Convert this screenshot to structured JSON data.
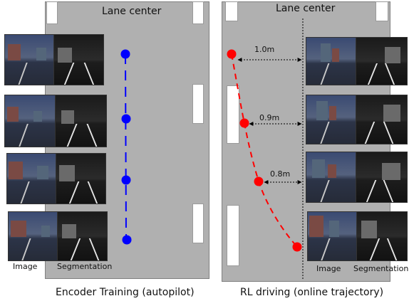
{
  "left_panel": {
    "title": "Lane center",
    "caption": "Encoder Training (autopilot)",
    "image_label": "Image",
    "segmentation_label": "Segmentation",
    "trajectory_color": "#0000ff"
  },
  "right_panel": {
    "title": "Lane center",
    "caption": "RL driving (online trajectory)",
    "image_label": "Image",
    "segmentation_label": "Segmentation",
    "trajectory_color": "#ff0000",
    "distances": [
      "1.0m",
      "0.9m",
      "0.8m"
    ]
  },
  "colors": {
    "road": "#b0b0b0",
    "autopilot_point": "#0000ff",
    "rl_point": "#ff0000"
  }
}
